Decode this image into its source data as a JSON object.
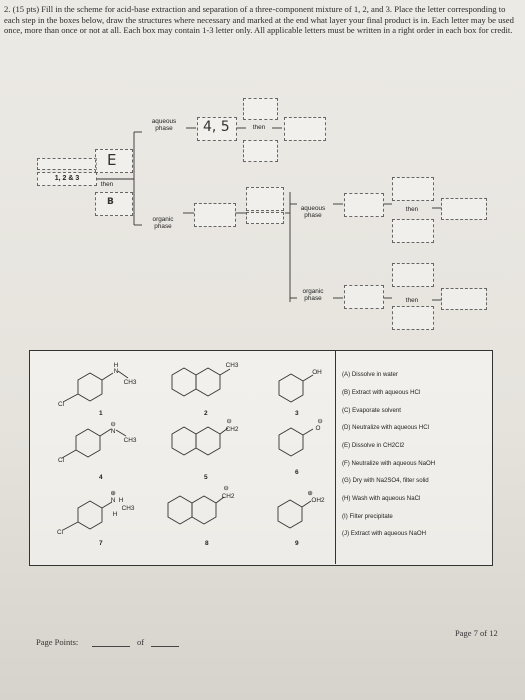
{
  "question": {
    "number": "2.",
    "text": "(15 pts) Fill in the scheme for acid-base extraction and separation of a three-component mixture of 1, 2, and 3. Place the letter corresponding to each step in the boxes below, draw the structures where necessary and marked at the end what layer your final product is in. Each letter may be used once, more than once or not at all. Each box may contain 1-3 letter only. All applicable letters must be written in a right order in each box for credit."
  },
  "scheme": {
    "mixture": "1, 2 & 3",
    "then_1": "then",
    "box_e": "E",
    "box_b": "B",
    "aqueous_1": "aqueous phase",
    "handwritten_45": "4, 5",
    "then_2": "then",
    "organic_1": "organic phase",
    "aqueous_2": "aqueous phase",
    "then_3": "then",
    "organic_2": "organic phase",
    "then_4": "then"
  },
  "compounds": {
    "numbers": [
      "1",
      "2",
      "3",
      "4",
      "5",
      "6",
      "7",
      "8",
      "9"
    ],
    "labels": {
      "ch3": "CH3",
      "oh": "OH",
      "h": "H",
      "n": "N",
      "cl": "Cl",
      "ch2": "CH2",
      "oh2": "OH2",
      "minus": "⊖",
      "plus": "⊕"
    }
  },
  "reagents": [
    "(A) Dissolve in water",
    "(B) Extract with aqueous HCl",
    "(C) Evaporate solvent",
    "(D) Neutralize with aqueous HCl",
    "(E) Dissolve in CH2Cl2",
    "(F) Neutralize with aqueous NaOH",
    "(G) Dry with Na2SO4, filter solid",
    "(H) Wash with aqueous NaCl",
    "(I) Filter precipitate",
    "(J) Extract with aqueous NaOH"
  ],
  "footer": {
    "page_points": "Page Points:",
    "of": "of",
    "page": "Page 7 of 12"
  }
}
